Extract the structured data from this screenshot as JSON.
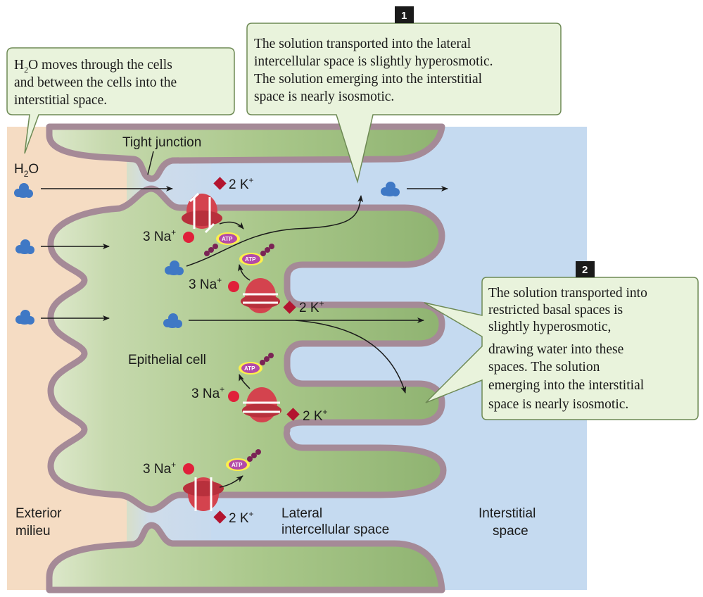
{
  "callouts": {
    "water": {
      "line1_pre": "H",
      "line1_sub": "2",
      "line1_post": "O moves through the cells",
      "line2": "and between the cells into the",
      "line3": "interstitial space."
    },
    "step1": {
      "badge": "1",
      "line1": "The solution transported into the lateral",
      "line2": "intercellular space is slightly hyperosmotic.",
      "line3": "The solution emerging into the interstitial",
      "line4": "space is nearly isosmotic."
    },
    "step2": {
      "badge": "2",
      "line1": "The solution transported into",
      "line2": "restricted basal spaces is",
      "line3": "slightly hyperosmotic,",
      "line4": "drawing water into these",
      "line5": "spaces. The solution",
      "line6": "emerging into the interstitial",
      "line7": "space is nearly isosmotic."
    }
  },
  "labels": {
    "tight_junction": "Tight junction",
    "water_symbol_pre": "H",
    "water_symbol_sub": "2",
    "water_symbol_post": "O",
    "epithelial_cell": "Epithelial cell",
    "exterior_line1": "Exterior",
    "exterior_line2": "milieu",
    "lateral_line1": "Lateral",
    "lateral_line2": "intercellular space",
    "interstitial_line1": "Interstitial",
    "interstitial_line2": "space"
  },
  "ions": {
    "potassium": "2 K",
    "potassium_charge": "+",
    "sodium": "3 Na",
    "sodium_charge": "+",
    "atp": "ATP"
  },
  "colors": {
    "exterior": "#f5dcc3",
    "cell": "#a5c383",
    "interstitial": "#c5daf0",
    "membrane": "#a58a97",
    "membrane_inner": "#e8d8df",
    "callout_fill": "#e9f3dc",
    "callout_stroke": "#6e8a55",
    "water": "#3f78c5",
    "pump": "#d4434e",
    "sodium": "#e0203a",
    "potassium": "#b3142f",
    "atp_fill": "#b34aa8",
    "atp_glow": "#fff04a"
  }
}
